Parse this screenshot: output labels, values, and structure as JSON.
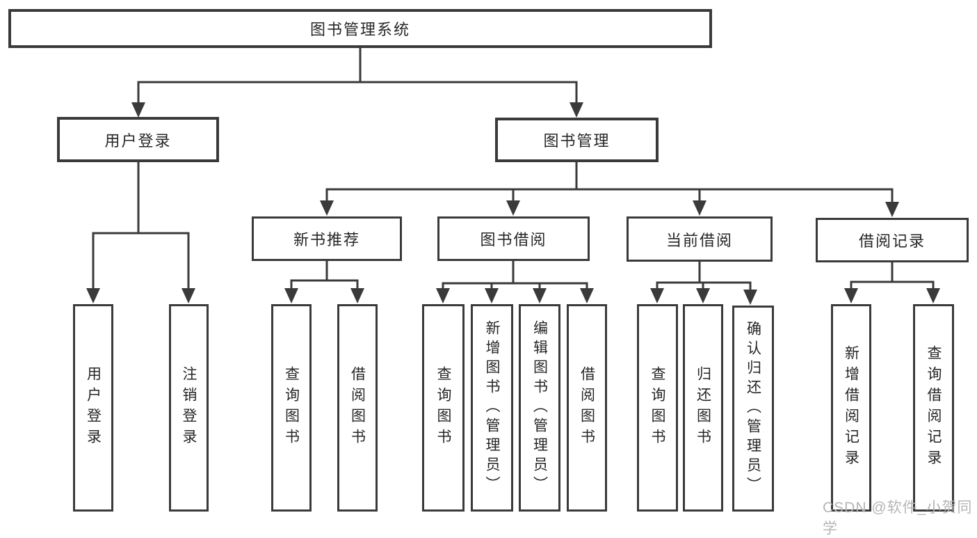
{
  "hierarchy": {
    "label": "图书管理系统",
    "children": [
      {
        "label": "用户登录",
        "children": [
          {
            "label": "用户登录"
          },
          {
            "label": "注销登录"
          }
        ]
      },
      {
        "label": "图书管理",
        "children": [
          {
            "label": "新书推荐",
            "children": [
              {
                "label": "查询图书"
              },
              {
                "label": "借阅图书"
              }
            ]
          },
          {
            "label": "图书借阅",
            "children": [
              {
                "label": "查询图书"
              },
              {
                "label": "新增图书（管理员）"
              },
              {
                "label": "编辑图书（管理员）"
              },
              {
                "label": "借阅图书"
              }
            ]
          },
          {
            "label": "当前借阅",
            "children": [
              {
                "label": "查询图书"
              },
              {
                "label": "归还图书"
              },
              {
                "label": "确认归还（管理员）"
              }
            ]
          },
          {
            "label": "借阅记录",
            "children": [
              {
                "label": "新增借阅记录"
              },
              {
                "label": "查询借阅记录"
              }
            ]
          }
        ]
      }
    ]
  },
  "watermark": {
    "text": "CSDN @软件_小贺同学",
    "color": "#b5b5b5"
  },
  "colors": {
    "border": "#3a3a3a",
    "line": "#3a3a3a",
    "text": "#262626",
    "background": "#ffffff"
  }
}
